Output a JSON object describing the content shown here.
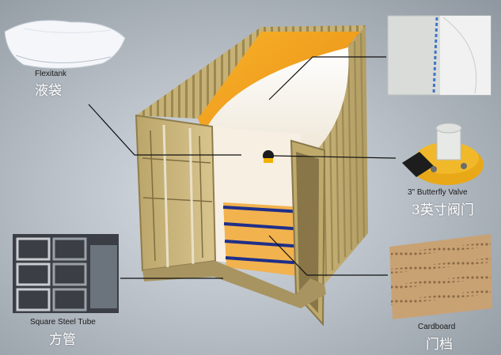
{
  "labels": {
    "flexitank": {
      "en": "Flexitank",
      "cn": "液袋"
    },
    "valve": {
      "en": "3\" Butterfly Valve",
      "cn": "3英寸阀门"
    },
    "tube": {
      "en": "Square Steel Tube",
      "cn": "方管"
    },
    "cardboard": {
      "en": "Cardboard",
      "cn": "门档"
    }
  },
  "colors": {
    "container": "#c9b47a",
    "container_dark": "#8f7d4c",
    "interior_glow": "#f2a21c",
    "bag": "#fbf6ec",
    "steel_band": "#1f2f8a",
    "leader_line": "#111111"
  }
}
